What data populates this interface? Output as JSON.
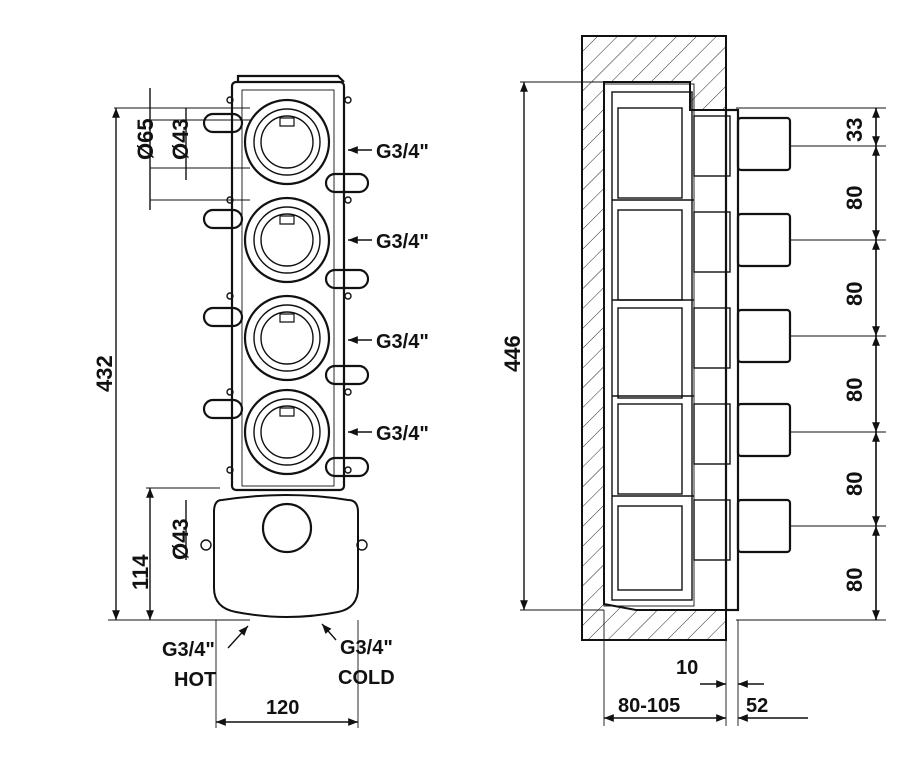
{
  "front_view": {
    "dim_diameter_outer": "Ø65",
    "dim_diameter_inner": "Ø43",
    "dim_total_height": "432",
    "dim_lower_height": "114",
    "dim_mixer_diameter": "Ø43",
    "dim_width": "120",
    "outlet_labels": [
      "G3/4\"",
      "G3/4\"",
      "G3/4\"",
      "G3/4\""
    ],
    "inlet_hot_thread": "G3/4\"",
    "inlet_hot_label": "HOT",
    "inlet_cold_thread": "G3/4\"",
    "inlet_cold_label": "COLD"
  },
  "side_view": {
    "dim_total_height": "446",
    "dim_spacings": [
      "33",
      "80",
      "80",
      "80",
      "80",
      "80"
    ],
    "dim_depth_plate": "10",
    "dim_wall_depth": "80-105",
    "dim_knob_depth": "52"
  }
}
